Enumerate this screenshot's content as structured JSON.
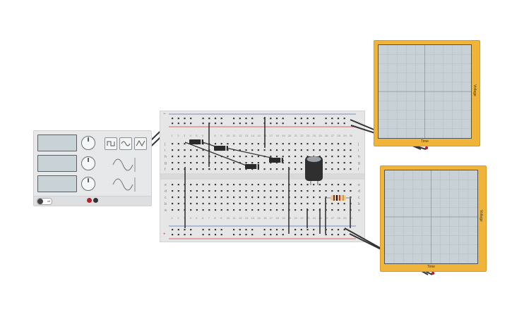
{
  "canvas": {
    "background": "#ffffff"
  },
  "function_generator": {
    "power_switch_label": "off",
    "wave_buttons": [
      {
        "name": "square-wave-icon"
      },
      {
        "name": "sine-wave-icon"
      },
      {
        "name": "triangle-wave-icon"
      }
    ],
    "knob_count": 3,
    "terminal_colors": {
      "positive": "#b3212a",
      "negative": "#333333"
    }
  },
  "breadboard": {
    "top_rail_labels": [
      "−",
      "+"
    ],
    "bottom_rail_labels": [
      "−",
      "+"
    ],
    "row_letters_top": [
      "j",
      "i",
      "h",
      "g",
      "f"
    ],
    "row_letters_bottom": [
      "e",
      "d",
      "c",
      "b",
      "a"
    ],
    "column_count": 30,
    "rail_colors": {
      "negative": "#4a6fb3",
      "positive": "#d43d3d"
    }
  },
  "oscilloscope_1": {
    "xlabel": "Time",
    "ylabel": "Voltage"
  },
  "oscilloscope_2": {
    "xlabel": "Time",
    "ylabel": "Voltage"
  },
  "colors": {
    "scope_body": "#f0b43a",
    "scope_screen": "#c8d1d6",
    "wire": "#333333",
    "diode_body": "#2a2a2a",
    "capacitor": "#2f2f2f",
    "resistor_body": "#e9c79a"
  }
}
